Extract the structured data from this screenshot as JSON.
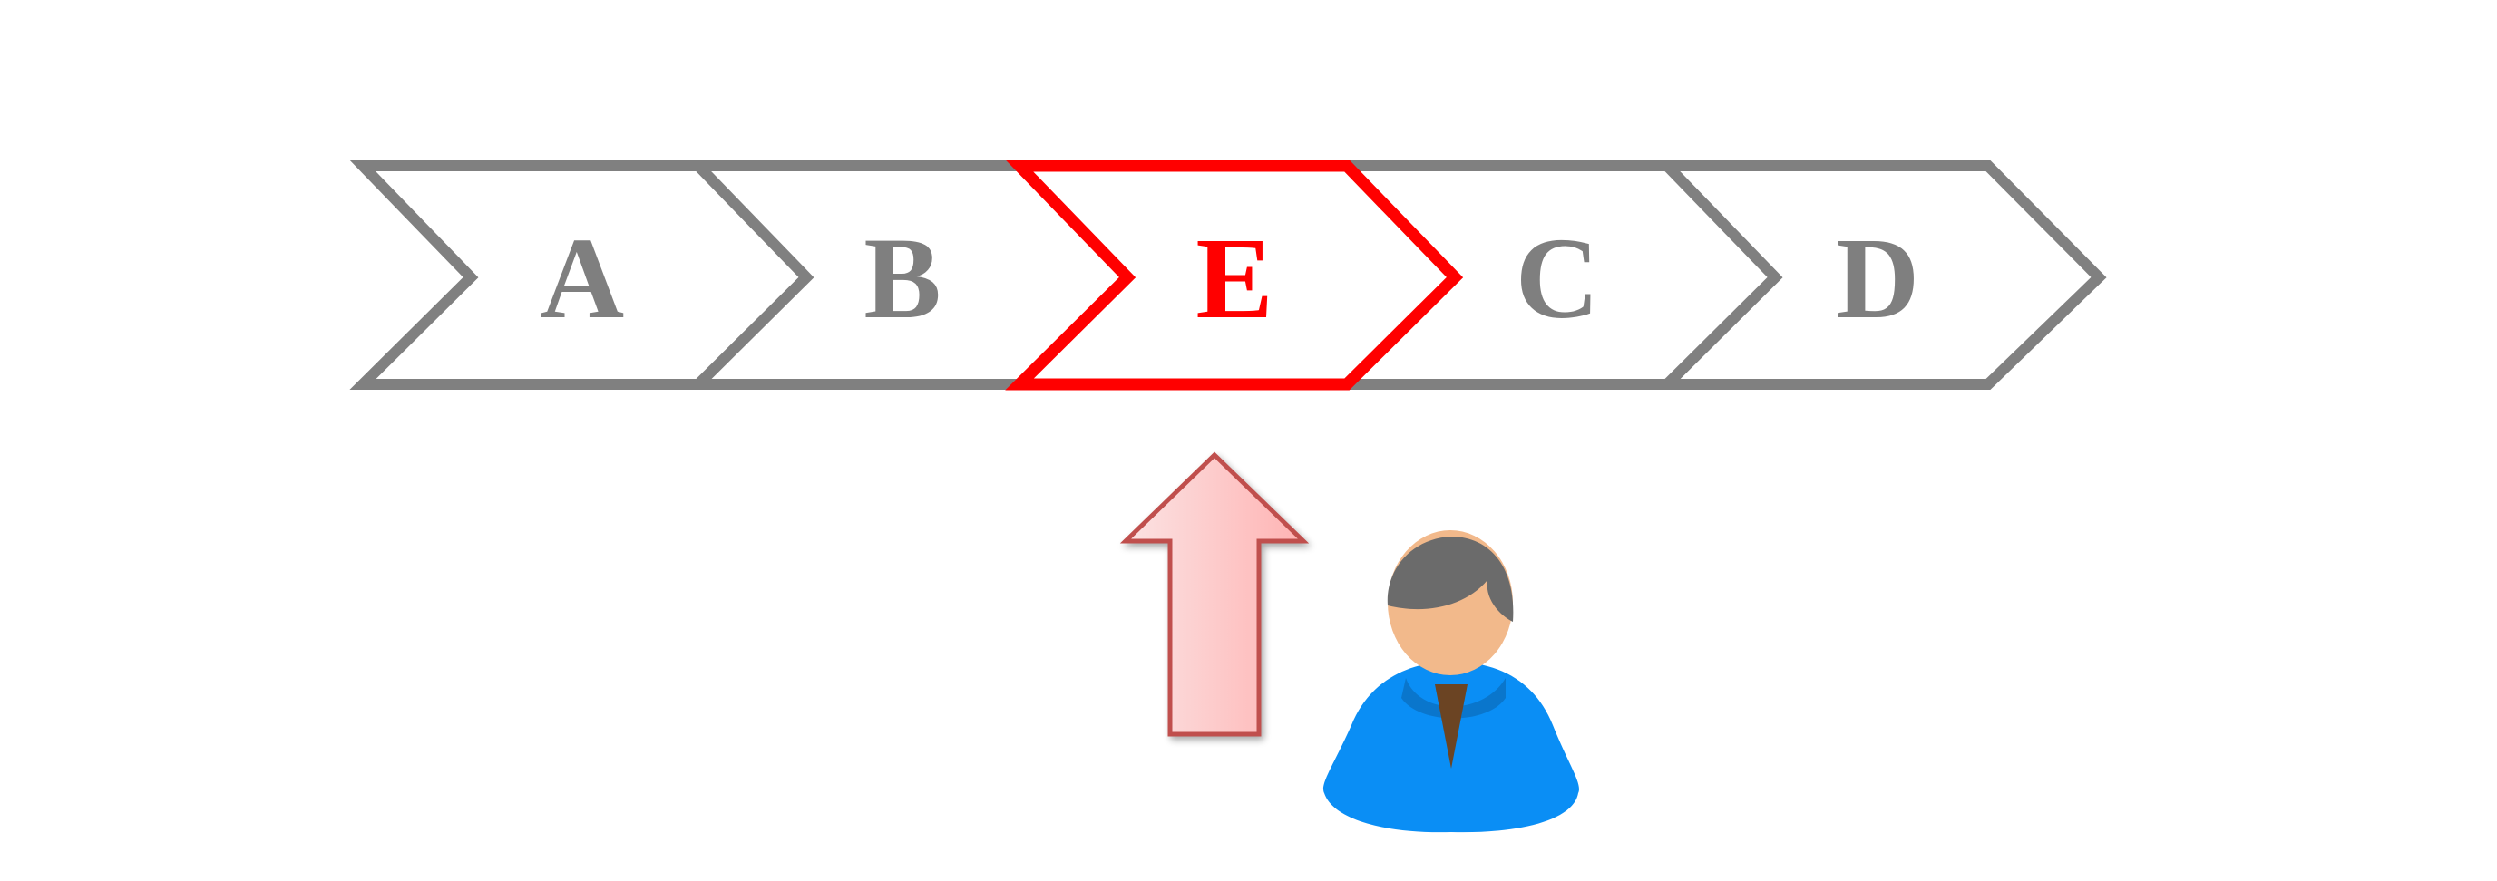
{
  "process_steps": [
    {
      "label": "A",
      "highlighted": false
    },
    {
      "label": "B",
      "highlighted": false
    },
    {
      "label": "E",
      "highlighted": true
    },
    {
      "label": "C",
      "highlighted": false
    },
    {
      "label": "D",
      "highlighted": false
    }
  ],
  "colors": {
    "normal_stroke": "#808080",
    "normal_text": "#7f7f7f",
    "highlight": "#ff0000",
    "arrow_fill_light": "#fbe3e3",
    "arrow_fill_dark": "#ffb3b3",
    "arrow_stroke": "#c0504d",
    "person_hair": "#6b6b6b",
    "person_face": "#f2b98b",
    "person_shirt": "#0a8ef5",
    "person_collar": "#6b4423"
  },
  "icons": {
    "insert_arrow": "up-arrow-icon",
    "person": "person-icon"
  }
}
